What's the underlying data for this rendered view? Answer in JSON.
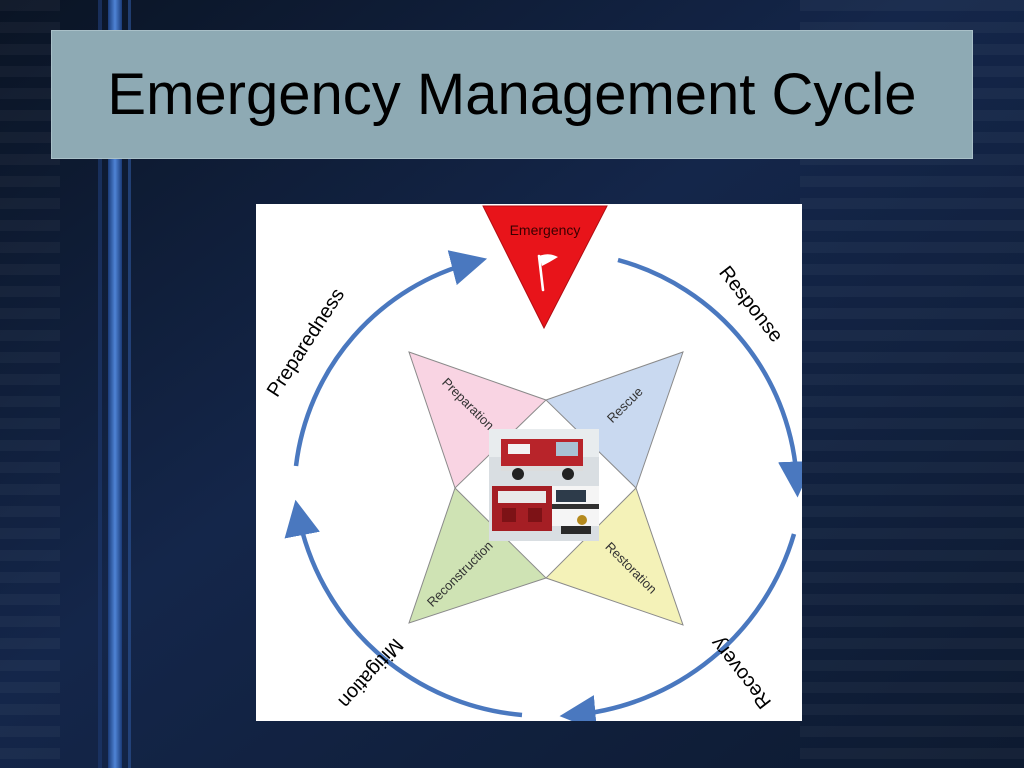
{
  "slide": {
    "title": "Emergency Management Cycle"
  },
  "diagram": {
    "center_label": "Emergency",
    "outer_phases": {
      "preparedness": "Preparedness",
      "response": "Response",
      "recovery": "Recovery",
      "mitigation": "Mitigation"
    },
    "inner_stages": {
      "preparation": "Preparation",
      "rescue": "Rescue",
      "restoration": "Restoration",
      "reconstruction": "Reconstruction"
    }
  },
  "colors": {
    "emergency_red": "#e8141a",
    "preparation_pink": "#f9d4e3",
    "rescue_blue": "#c9d9f0",
    "restoration_yellow": "#f4f2b8",
    "reconstruction_green": "#cfe3b4",
    "cycle_arrow_blue": "#4a78bf",
    "title_box": "#8eaab4"
  },
  "icons": {
    "emergency": "flag-icon",
    "center_image": "emergency-vehicles-photo"
  }
}
